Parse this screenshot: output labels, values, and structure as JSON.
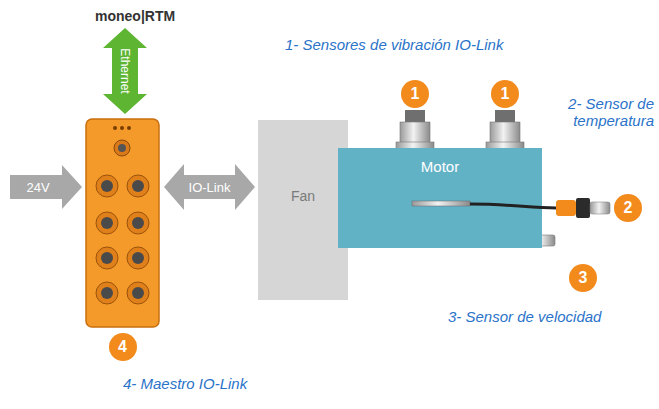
{
  "diagram": {
    "nodes": [
      {
        "text": [
          "4"
        ]
      },
      {
        "text": [
          "Fan"
        ]
      },
      {
        "text": [
          "Motor"
        ]
      }
    ],
    "edges": [
      {
        "from": 0,
        "to": 1,
        "label": "IO-Link",
        "arrow": "both"
      }
    ],
    "labels": [
      "moneo|RTM",
      "Ethernet",
      "24V",
      "1",
      "1",
      "2",
      "3",
      "1- Sensores de vibración IO-Link",
      "2- Sensor de temperatura",
      "3- Sensor de velocidad",
      "4- Maestro IO-Link"
    ]
  }
}
